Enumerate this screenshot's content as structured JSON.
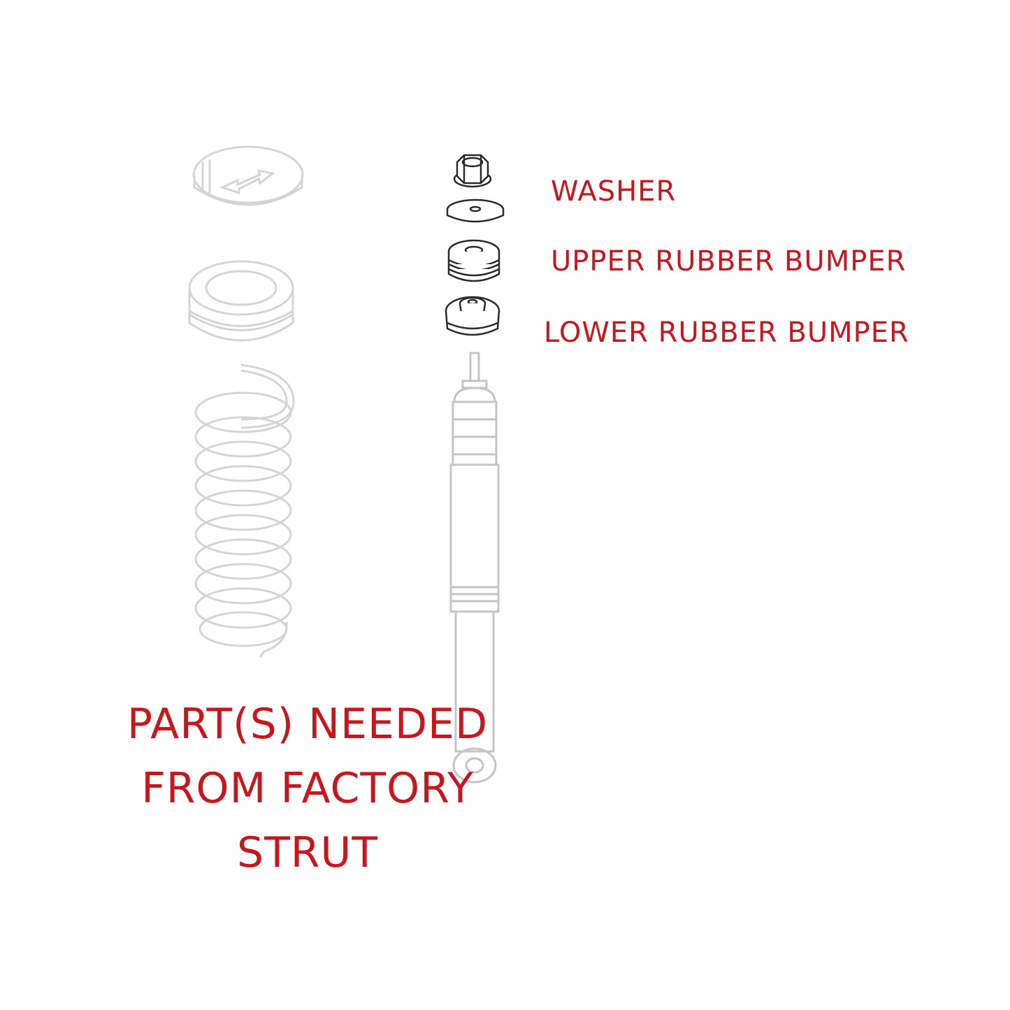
{
  "labels": {
    "washer": "WASHER",
    "upper_bumper": "UPPER RUBBER BUMPER",
    "lower_bumper": "LOWER RUBBER BUMPER"
  },
  "caption": {
    "line1": "PART(S) NEEDED",
    "line2": "FROM FACTORY",
    "line3": "STRUT"
  },
  "colors": {
    "label_red": "#c8161d",
    "faded_part": "#d6d6d6",
    "highlighted_part": "#2a2a2a",
    "shock_outline": "#bdbdbd"
  }
}
